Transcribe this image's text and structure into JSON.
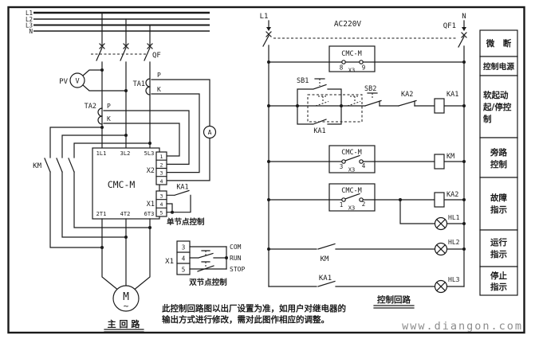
{
  "colors": {
    "ink": "#1a1a1a",
    "watermark": "#8c8c8c",
    "bg": "#ffffff"
  },
  "left_circuit": {
    "caption": "主 回 路",
    "phase_labels": {
      "l1": "L1",
      "l2": "L2",
      "l3": "L3",
      "n": "N"
    },
    "breaker_label": "QF",
    "voltmeter": {
      "name": "PV",
      "glyph": "V"
    },
    "ammeter_glyph": "A",
    "ct1": {
      "name": "TA1",
      "p": "P",
      "k": "K"
    },
    "ct2": {
      "name": "TA2",
      "p": "P",
      "k": "K"
    },
    "bypass_contactor": "KM",
    "starter": {
      "model": "CMC-M",
      "t_top": [
        "1L1",
        "3L2",
        "5L3"
      ],
      "t_bottom": [
        "2T1",
        "4T2",
        "6T3"
      ],
      "x2_label": "X2",
      "x2_pins": [
        "1",
        "2",
        "3",
        "4"
      ],
      "x1_label": "X1",
      "x1_pins": [
        "3",
        "4",
        "5"
      ]
    },
    "single_node": {
      "relay": "KA1",
      "caption": "单节点控制"
    },
    "dual_node": {
      "terminal": "X1",
      "pins": [
        "3",
        "4",
        "5"
      ],
      "com": "COM",
      "run": "RUN",
      "stop": "STOP",
      "caption": "双节点控制"
    },
    "motor": {
      "glyph": "M",
      "wave": "~"
    }
  },
  "right_circuit": {
    "caption": "控制回路",
    "l1": "L1",
    "n": "N",
    "voltage": "AC220V",
    "breaker": "QF1",
    "r1": {
      "model": "CMC-M",
      "a": "8",
      "x": "X3",
      "b": "9"
    },
    "r2": {
      "start_btn": "SB1",
      "hold_contact": "KA1",
      "stop_btn": "SB2",
      "interlock": "KA2",
      "coil": "KA1"
    },
    "r3": {
      "model": "CMC-M",
      "a": "3",
      "x": "X3",
      "b": "4",
      "coil": "KM"
    },
    "r4": {
      "model": "CMC-M",
      "a": "1",
      "x": "X3",
      "b": "2",
      "coil": "KA2",
      "lamp": "HL1"
    },
    "r5": {
      "contact": "KM",
      "lamp": "HL2"
    },
    "r6": {
      "contact": "KA1",
      "lamp": "HL3"
    }
  },
  "legend": {
    "rows": [
      {
        "lines": [
          "微　断"
        ]
      },
      {
        "lines": [
          "控制电源"
        ]
      },
      {
        "lines": [
          "软起动",
          "起/停控",
          "制"
        ]
      },
      {
        "lines": [
          "旁路",
          "控制"
        ]
      },
      {
        "lines": [
          "故障",
          "指示"
        ]
      },
      {
        "lines": [
          "运行",
          "指示"
        ]
      },
      {
        "lines": [
          "停止",
          "指示"
        ]
      }
    ]
  },
  "note": {
    "line1": "此控制回路图以出厂设置为准，如用户对继电器的",
    "line2": "输出方式进行修改，需对此图作相应的调整。"
  },
  "watermark": "www.diangon.com"
}
